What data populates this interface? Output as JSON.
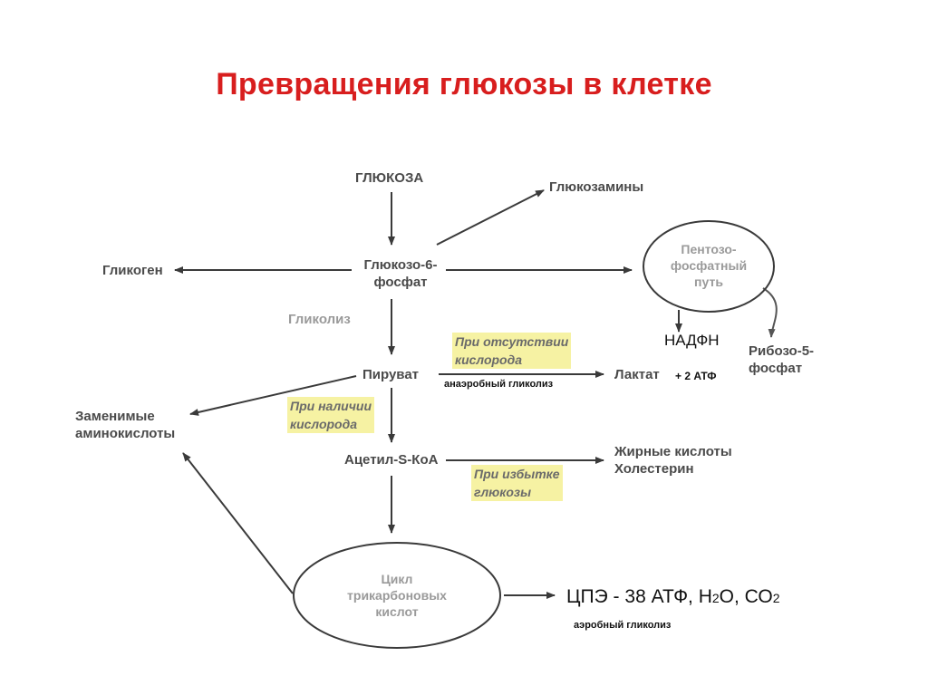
{
  "title": "Превращения глюкозы в клетке",
  "nodes": {
    "glucose": "ГЛЮКОЗА",
    "glucosamines": "Глюкозамины",
    "g6p_line1": "Глюкозо-6-",
    "g6p_line2": "фосфат",
    "glycogen": "Гликоген",
    "pentose_line1": "Пентозо-",
    "pentose_line2": "фосфатный",
    "pentose_line3": "путь",
    "ribose_line1": "Рибозо-5-",
    "ribose_line2": "фосфат",
    "glycolysis": "Гликолиз",
    "pyruvate": "Пируват",
    "lactate": "Лактат",
    "amino_line1": "Заменимые",
    "amino_line2": "аминокислоты",
    "acetyl": "Ацетил-S-КоА",
    "fatty": "Жирные кислоты",
    "cholesterol": "Холестерин",
    "tca_line1": "Цикл",
    "tca_line2": "трикарбоновых",
    "tca_line3": "кислот"
  },
  "conditions": {
    "no_oxygen_line1": "При отсутствии",
    "no_oxygen_line2": "кислорода",
    "with_oxygen_line1": "При наличии",
    "with_oxygen_line2": "кислорода",
    "excess_glucose_line1": "При избытке",
    "excess_glucose_line2": "глюкозы"
  },
  "annotations": {
    "nadph": "НАДФН",
    "anaerobic": "анаэробный гликолиз",
    "plus_atp": "+ 2 АТФ",
    "etc_prefix": "ЦПЭ  - 38 АТФ, Н",
    "etc_sub1": "2",
    "etc_mid": "О, СО",
    "etc_sub2": "2",
    "aerobic": "аэробный гликолиз"
  },
  "colors": {
    "title": "#d81e1e",
    "arrow": "#3a3a3a",
    "highlight": "#f6f2a3"
  }
}
